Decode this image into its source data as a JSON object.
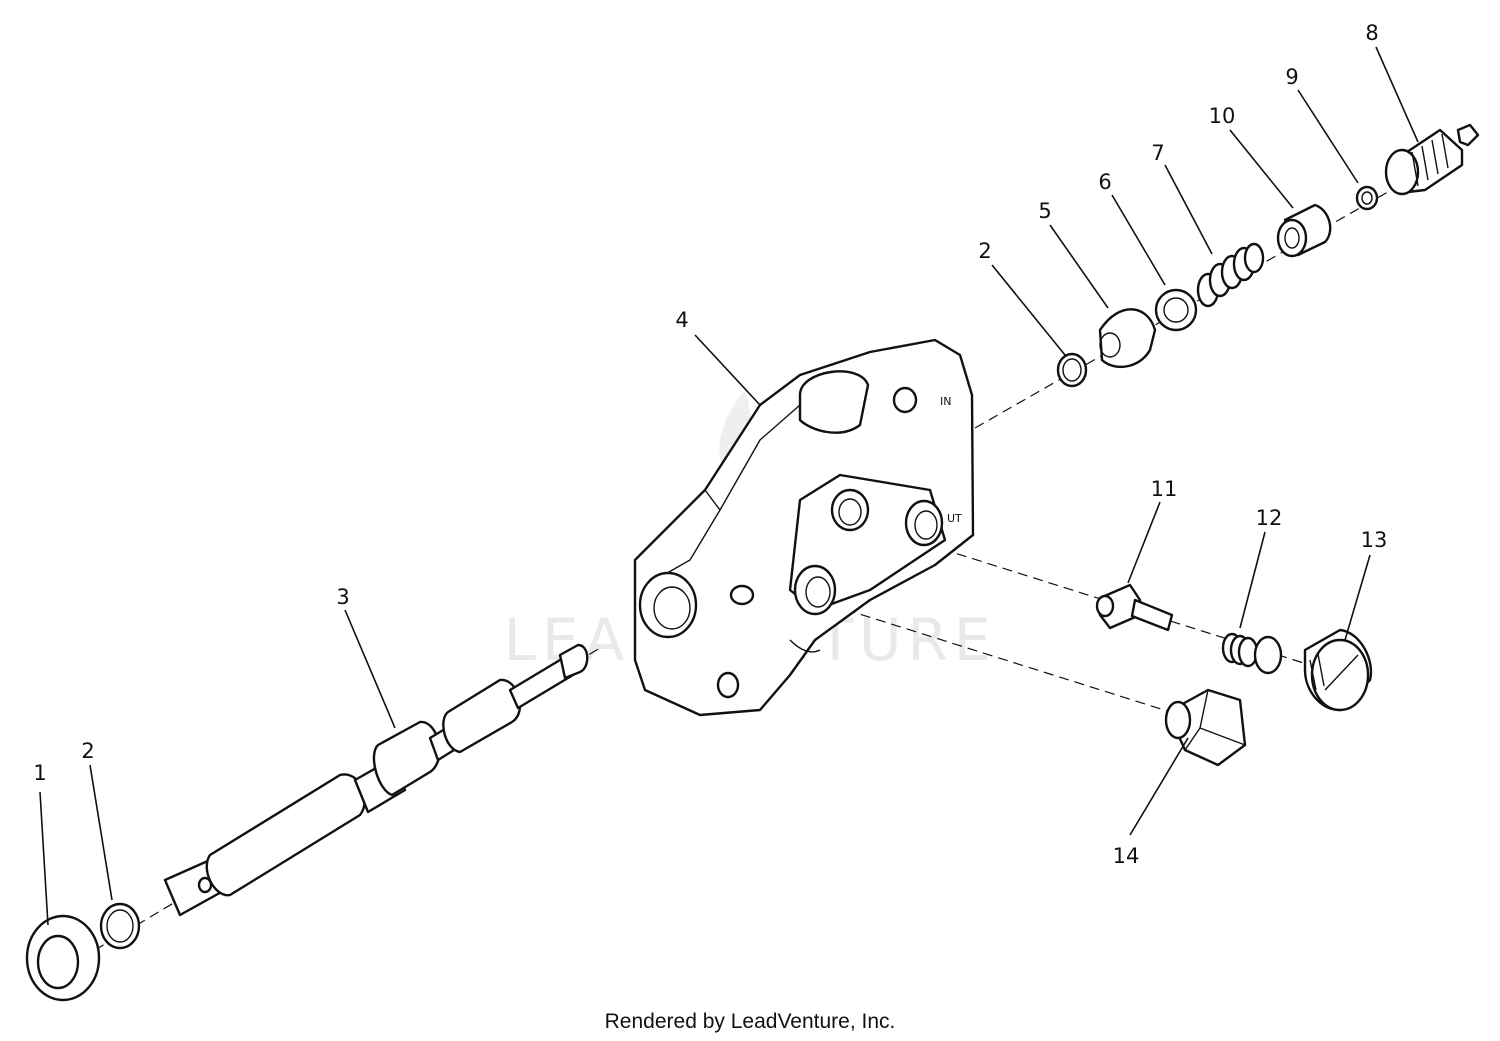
{
  "diagram": {
    "callouts": {
      "c1": "1",
      "c2a": "2",
      "c2b": "2",
      "c3": "3",
      "c4": "4",
      "c5": "5",
      "c6": "6",
      "c7": "7",
      "c8": "8",
      "c9": "9",
      "c10": "10",
      "c11": "11",
      "c12": "12",
      "c13": "13",
      "c14": "14"
    },
    "port_labels": {
      "in": "IN",
      "out": "UT"
    },
    "watermark": "LEADVENTURE",
    "footer": "Rendered by LeadVenture, Inc."
  }
}
